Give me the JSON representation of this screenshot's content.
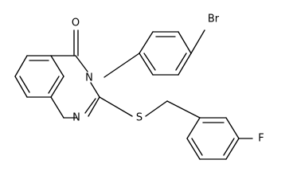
{
  "structure": {
    "atom_labels": {
      "bromine": "Br",
      "oxygen": "O",
      "nitrogen_3": "N",
      "nitrogen_1": "N",
      "sulfur": "S",
      "fluorine": "F"
    },
    "colors": {
      "bond": "#000000",
      "label": "#000000",
      "background": "#ffffff"
    }
  }
}
